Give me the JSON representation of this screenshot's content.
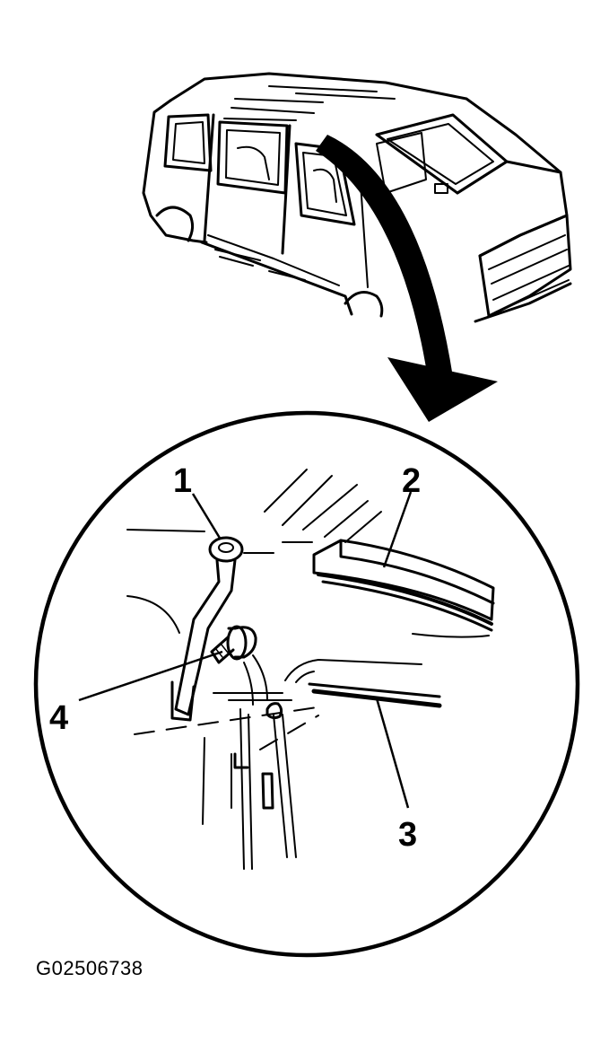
{
  "callouts": {
    "c1": "1",
    "c2": "2",
    "c3": "3",
    "c4": "4"
  },
  "figure_id": "G02506738",
  "colors": {
    "ink": "#000000",
    "paper": "#ffffff"
  }
}
